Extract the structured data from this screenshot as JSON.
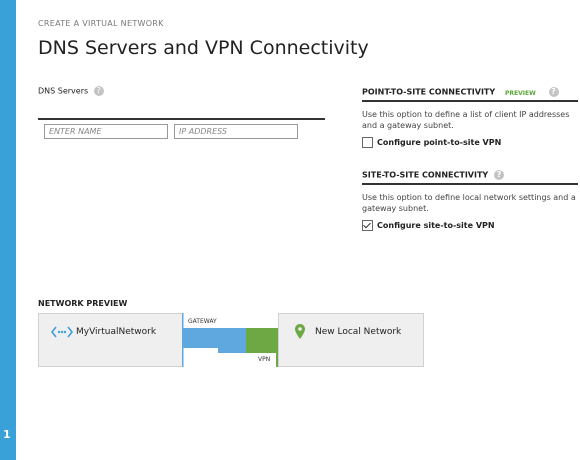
{
  "wizard": {
    "label": "CREATE A VIRTUAL NETWORK",
    "title": "DNS Servers and VPN Connectivity",
    "step": "1"
  },
  "dns": {
    "label": "DNS Servers",
    "name_placeholder": "ENTER NAME",
    "ip_placeholder": "IP ADDRESS",
    "name_value": "",
    "ip_value": ""
  },
  "p2s": {
    "heading": "POINT-TO-SITE CONNECTIVITY",
    "tag": "PREVIEW",
    "description": "Use this option to define a list of client IP addresses and a gateway subnet.",
    "checkbox_label": "Configure point-to-site VPN",
    "checked": false
  },
  "s2s": {
    "heading": "SITE-TO-SITE CONNECTIVITY",
    "description": "Use this option to define local network settings and a gateway subnet.",
    "checkbox_label": "Configure site-to-site VPN",
    "checked": true
  },
  "network_preview": {
    "heading": "NETWORK PREVIEW",
    "virtual_network": "MyVirtualNetwork",
    "gateway_label": "GATEWAY",
    "vpn_label": "VPN",
    "local_network": "New Local Network"
  },
  "icons": {
    "help": "help-icon",
    "virtual_network": "virtual-network-icon",
    "local_network": "location-pin-icon"
  },
  "colors": {
    "rail": "#3aa0d8",
    "gateway_blue": "#5ea8df",
    "vpn_green": "#6da844",
    "preview_tag": "#59a836"
  }
}
